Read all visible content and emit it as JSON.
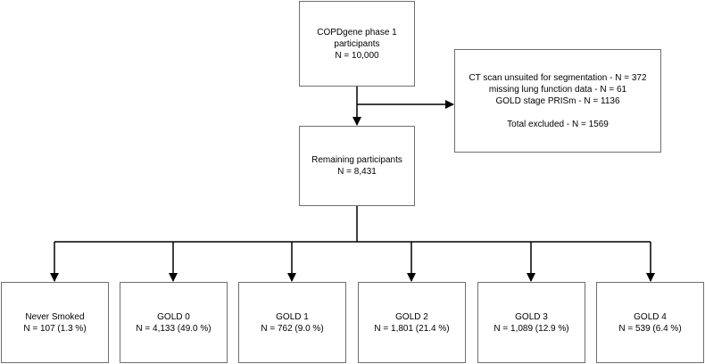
{
  "source": {
    "lines": [
      "COPDgene phase 1",
      "participants",
      "N = 10,000"
    ]
  },
  "excluded": {
    "lines": [
      "CT scan unsuited for segmentation - N = 372",
      "missing lung function data - N = 61",
      "GOLD stage PRISm - N = 1136"
    ],
    "total": "Total excluded - N = 1569"
  },
  "remaining": {
    "lines": [
      "Remaining participants",
      "N = 8,431"
    ]
  },
  "groups": [
    {
      "name": "Never Smoked",
      "count": "N = 107 (1.3 %)"
    },
    {
      "name": "GOLD 0",
      "count": "N = 4,133 (49.0 %)"
    },
    {
      "name": "GOLD 1",
      "count": "N = 762 (9.0 %)"
    },
    {
      "name": "GOLD 2",
      "count": "N = 1,801 (21.4 %)"
    },
    {
      "name": "GOLD 3",
      "count": "N = 1,089 (12.9 %)"
    },
    {
      "name": "GOLD 4",
      "count": "N = 539 (6.4 %)"
    }
  ],
  "colors": {
    "line": "#000000",
    "box_border": "#6f6f6f",
    "text": "#000000"
  }
}
